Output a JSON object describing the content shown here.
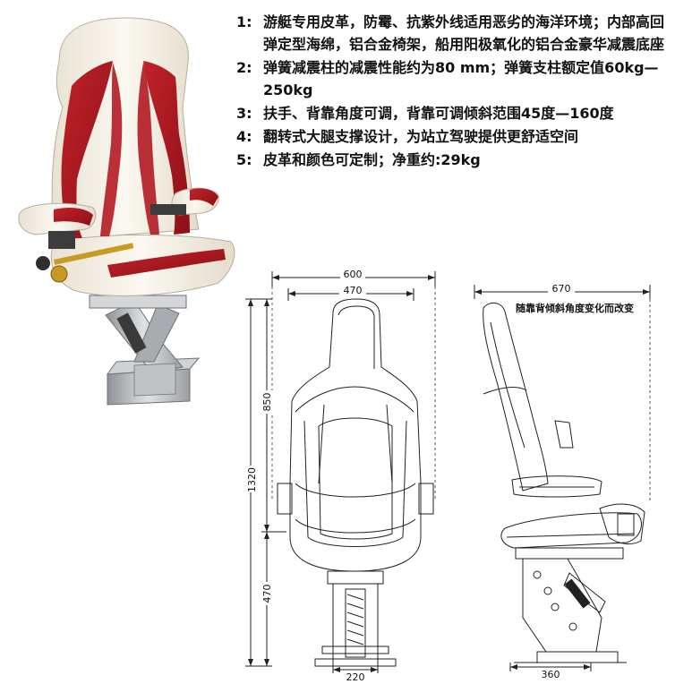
{
  "specs": [
    {
      "num": "1:",
      "text": "游艇专用皮革，防霉、抗紫外线适用恶劣的海洋环境；内部高回弹定型海绵，铝合金椅架，船用阳极氧化的铝合金豪华减震底座"
    },
    {
      "num": "2:",
      "text": "弹簧减震柱的减震性能约为80 mm；弹簧支柱额定值60kg—250kg"
    },
    {
      "num": "3:",
      "text": "扶手、背靠角度可调，背靠可调倾斜范围45度—160度"
    },
    {
      "num": "4:",
      "text": "翻转式大腿支撑设计，为站立驾驶提供更舒适空间"
    },
    {
      "num": "5:",
      "text": "皮革和颜色可定制；净重约:29kg"
    }
  ],
  "front_view": {
    "dim_overall_width": "600",
    "dim_seat_width": "470",
    "dim_total_height": "1320",
    "dim_back_height": "850",
    "dim_base_height": "470",
    "dim_base_width": "220"
  },
  "side_view": {
    "dim_depth": "670",
    "note": "随靠背倾斜角度变化而改变",
    "dim_base_depth": "360"
  },
  "colors": {
    "leather_cream": "#f3ede0",
    "leather_red": "#a8161c",
    "base_metal": "#b9bcc0"
  }
}
